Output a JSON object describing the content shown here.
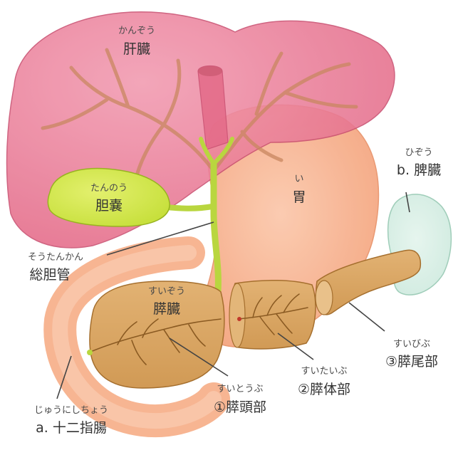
{
  "colors": {
    "liver": "#e46a88",
    "liver_edge": "#c94f70",
    "gallbladder": "#c6df3a",
    "gallbladder_edge": "#97b320",
    "stomach": "#f7b28e",
    "stomach_edge": "#e8946c",
    "duodenum": "#f7b592",
    "pancreas": "#d19a55",
    "pancreas_edge": "#a56f2e",
    "spleen": "#cfeadf",
    "spleen_edge": "#9fcdb9",
    "vessel": "#c98760",
    "duct": "#b9d63f",
    "leader": "#444444"
  },
  "labels": {
    "liver": {
      "ruby": "かんぞう",
      "name": "肝臓"
    },
    "gallbladder": {
      "ruby": "たんのう",
      "name": "胆嚢"
    },
    "stomach": {
      "ruby": "い",
      "name": "胃"
    },
    "spleen": {
      "ruby": "ひぞう",
      "name": "b. 脾臓"
    },
    "bile_duct": {
      "ruby": "そうたんかん",
      "name": "総胆管"
    },
    "pancreas": {
      "ruby": "すいぞう",
      "name": "膵臓"
    },
    "pancreas_tail": {
      "ruby": "すいびぶ",
      "name": "③膵尾部"
    },
    "pancreas_body": {
      "ruby": "すいたいぶ",
      "name": "②膵体部"
    },
    "pancreas_head": {
      "ruby": "すいとうぶ",
      "name": "①膵頭部"
    },
    "duodenum": {
      "ruby": "じゅうにしちょう",
      "name": "a. 十二指腸"
    }
  }
}
